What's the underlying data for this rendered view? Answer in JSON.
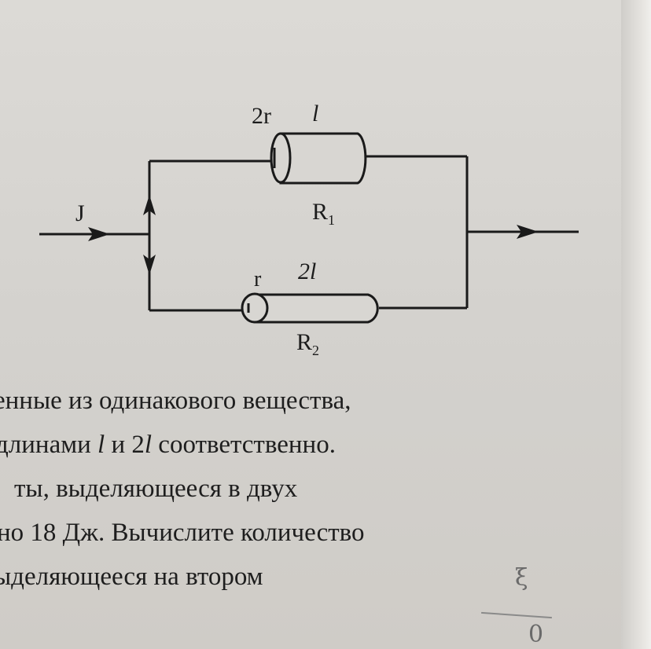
{
  "diagram": {
    "current_label": "J",
    "r1": {
      "radius": "2r",
      "length": "l",
      "name": "R",
      "sub": "1"
    },
    "r2": {
      "radius": "r",
      "length": "2l",
      "name": "R",
      "sub": "2"
    }
  },
  "text": {
    "line1": "енные из одинакового вещества,",
    "line2_a": "длинами ",
    "line2_l": "l",
    "line2_b": " и 2",
    "line2_l2": "l",
    "line2_c": " соответственно.",
    "line3": "ты, выделяющееся в двух",
    "line4": "но 18 Дж. Вычислите количество",
    "line5": "ыделяющееся на втором"
  },
  "pencil": {
    "top": "ξ",
    "bottom": "0"
  }
}
